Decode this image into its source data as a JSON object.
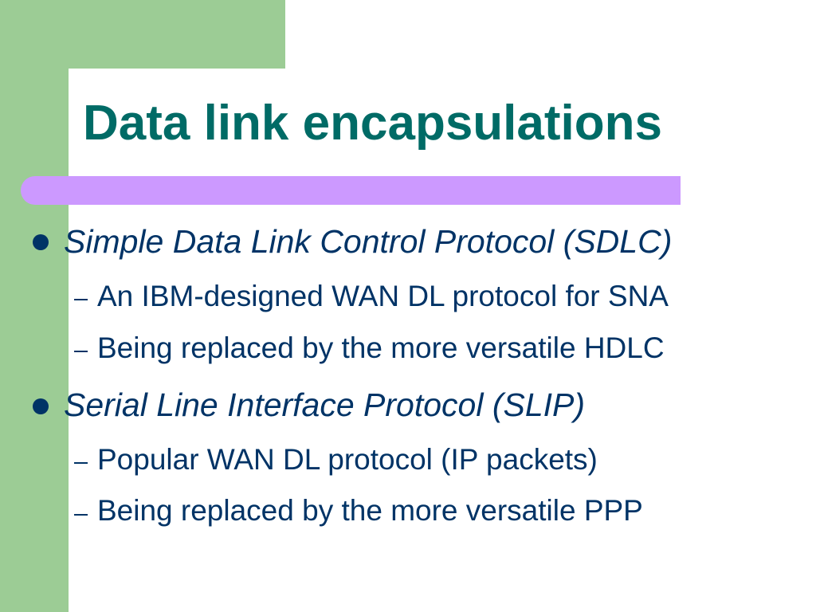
{
  "slide": {
    "title": "Data link encapsulations",
    "bullets": [
      {
        "text": "Simple Data Link Control Protocol (SDLC)",
        "sub": [
          "An IBM-designed WAN DL protocol for SNA",
          "Being replaced by the more versatile HDLC"
        ]
      },
      {
        "text": "Serial Line Interface Protocol (SLIP)",
        "sub": [
          "Popular WAN DL protocol (IP packets)",
          "Being replaced by the more versatile PPP"
        ]
      }
    ]
  },
  "colors": {
    "background": "#ffffff",
    "green_band": "#9ccc95",
    "title_text": "#006b66",
    "title_bar": "#cc99ff",
    "body_text": "#003366"
  }
}
